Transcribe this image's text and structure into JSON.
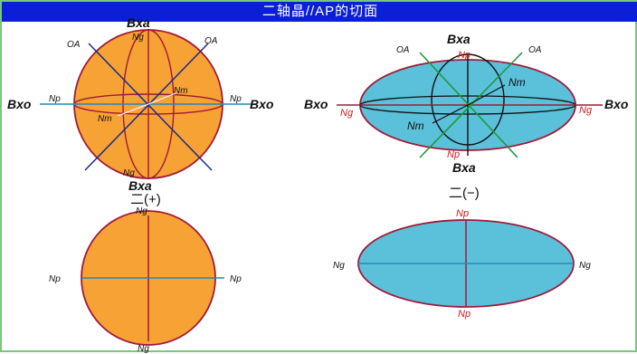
{
  "title": "二轴晶//AP的切面",
  "labels": {
    "bxa": "Bxa",
    "bxo": "Bxo",
    "oa": "OA",
    "ng": "Ng",
    "np": "Np",
    "nm": "Nm",
    "positive": "二(+)",
    "negative": "二(−)"
  },
  "colors": {
    "positive_fill": "#f7a234",
    "negative_fill": "#5bc0da",
    "outline": "#a01a3a",
    "optic_axis_positive": "#1a2a8a",
    "optic_axis_negative": "#1a9a3a",
    "bxo_line": "#2288bb",
    "label_red": "#d01818"
  }
}
